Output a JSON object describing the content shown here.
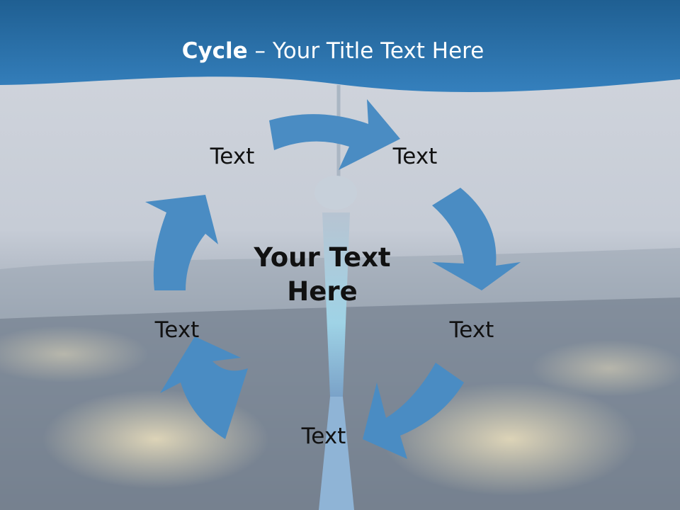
{
  "title": {
    "bold": "Cycle",
    "rest": " – Your Title Text Here"
  },
  "center_text": {
    "line1": "Your Text",
    "line2": "Here"
  },
  "steps": [
    "Text",
    "Text",
    "Text",
    "Text",
    "Text"
  ],
  "colors": {
    "header": "#2a6fa6",
    "arrow": "#4a8cc3",
    "sky": "#c9cfd8",
    "city": "#4a5766"
  },
  "background": "night city skyline with TV tower"
}
